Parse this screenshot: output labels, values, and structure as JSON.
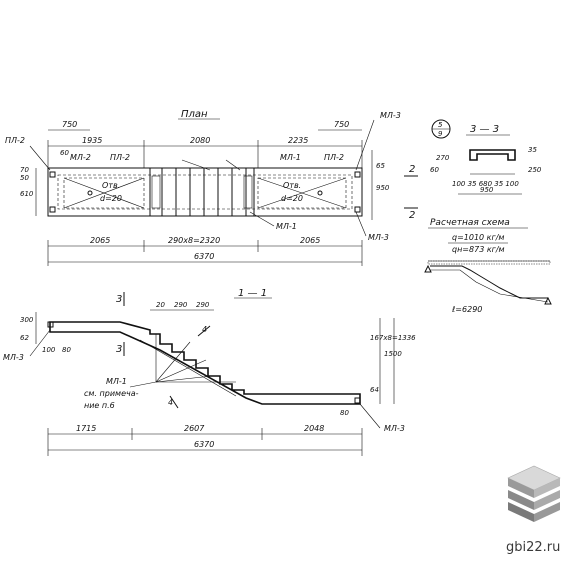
{
  "plan": {
    "title": "План",
    "dims_top": [
      "1935",
      "2080",
      "2235"
    ],
    "dim_750": "750",
    "dim_60": "60",
    "labels": {
      "pl2": "ПЛ-2",
      "ml2": "МЛ-2",
      "ml1": "МЛ-1",
      "ml3": "МЛ-3"
    },
    "hole_label": "Отв.",
    "hole_diameter": "d=20",
    "dim_70": "70",
    "dim_610": "610",
    "dim_50": "50",
    "dim_65": "65",
    "dim_950": "950",
    "section_mark_2": "2",
    "dims_bottom": [
      "2065",
      "290x8=2320",
      "2065"
    ],
    "total": "6370"
  },
  "section33": {
    "marker_top": "5",
    "marker_bottom": "9",
    "title": "3 — 3",
    "dims": "100  35  680  35  100",
    "width": "950",
    "left_dim": "270",
    "dim_60": "60",
    "dim_35": "35",
    "dim_250": "250"
  },
  "scheme": {
    "title": "Расчетная схема",
    "q": "q=1010 кг/м",
    "qn": "qн=873 кг/м",
    "span": "ℓ=6290"
  },
  "section11": {
    "title": "1 — 1",
    "mark_3": "3",
    "mark_4": "4",
    "dim_20": "20",
    "dim_290": "290",
    "dim_300": "300",
    "dim_62": "62",
    "dim_100": "100",
    "dim_80": "80",
    "dim_167x8": "167x8=1336",
    "dim_1500": "1500",
    "dim_right_small": "64",
    "labels": {
      "ml1": "МЛ-1",
      "ml3": "МЛ-3"
    },
    "note_line1": "см. примеча-",
    "note_line2": "ние п.6",
    "dims_bottom": [
      "1715",
      "2607",
      "2048"
    ],
    "total": "6370"
  },
  "watermark": "gbi22.ru"
}
